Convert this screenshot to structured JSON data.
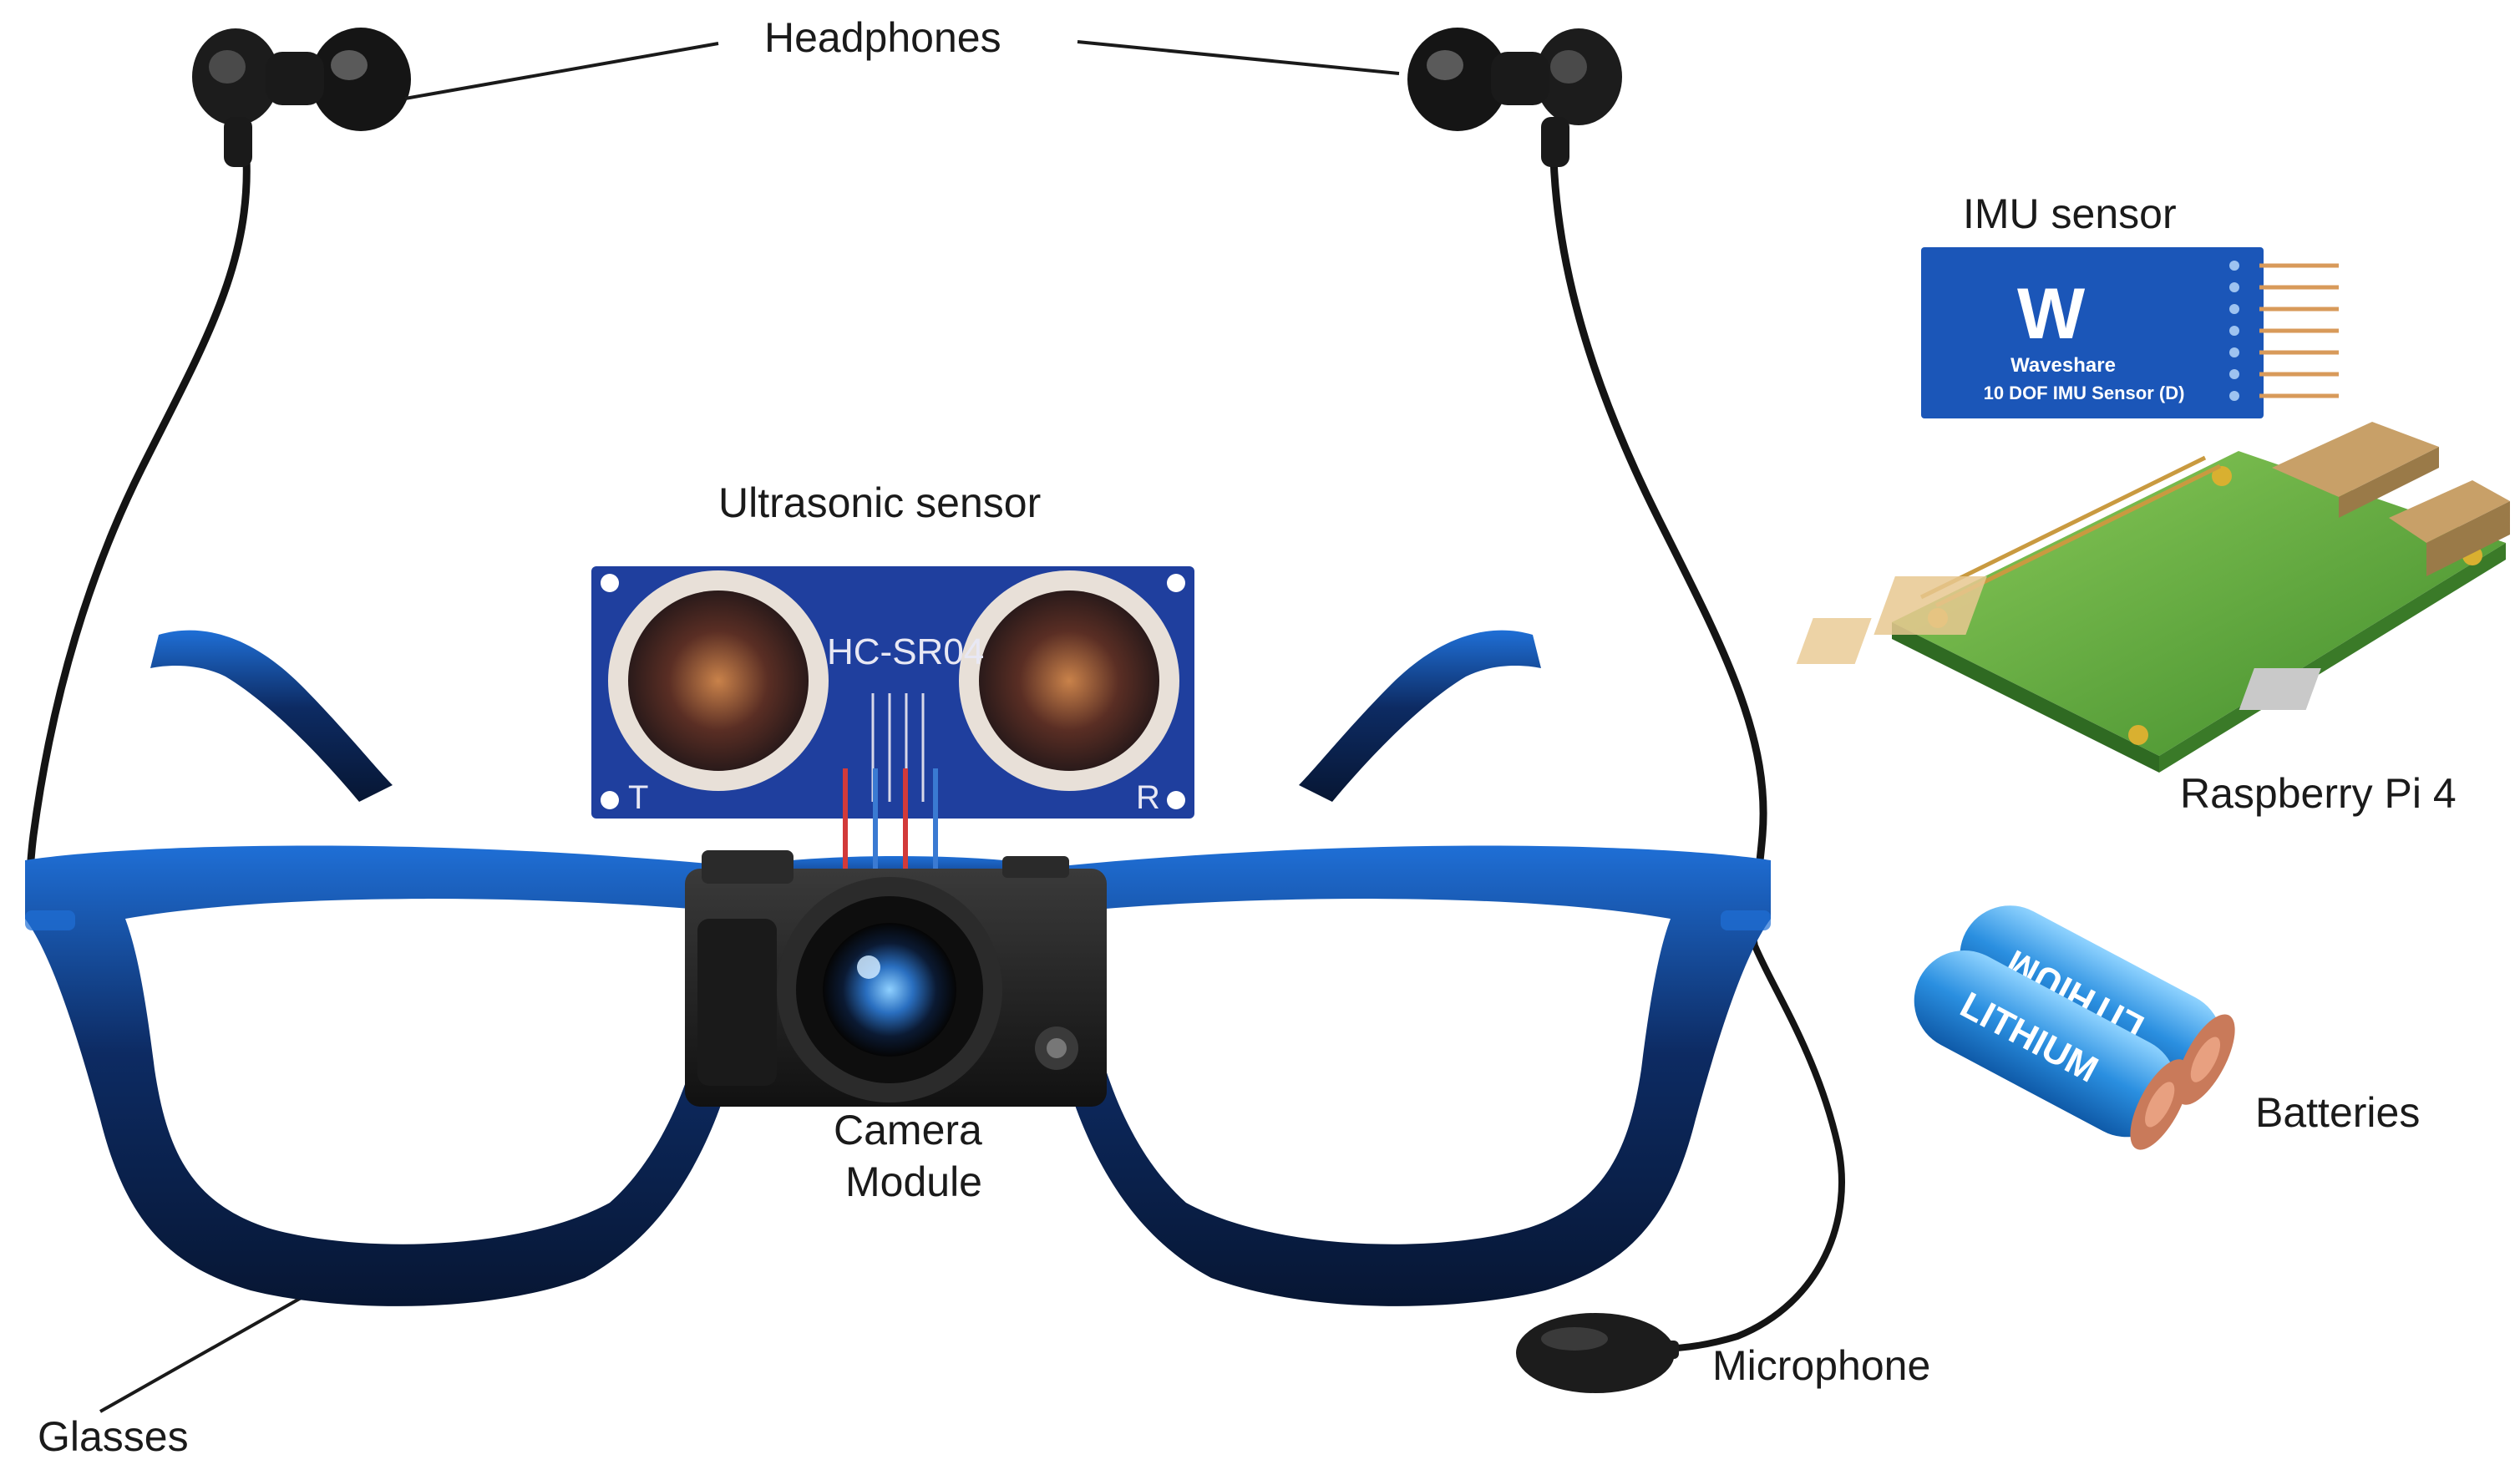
{
  "labels": {
    "headphones": "Headphones",
    "ultrasonic_sensor": "Ultrasonic sensor",
    "camera_module_line1": "Camera",
    "camera_module_line2": "Module",
    "glasses": "Glasses",
    "microphone": "Microphone",
    "imu_sensor": "IMU sensor",
    "raspberry_pi": "Raspberry Pi 4",
    "batteries": "Batteries"
  },
  "component_markings": {
    "ultrasonic_model": "HC-SR04",
    "ultrasonic_t": "T",
    "ultrasonic_r": "R",
    "imu_brand": "Waveshare",
    "imu_model": "10 DOF IMU Sensor (D)",
    "imu_logo": "W",
    "battery_text": "LITHIUM"
  },
  "colors": {
    "frame": "#0a1f4a",
    "frame_highlight": "#1f6fd6",
    "sensor_board": "#1f3f9e",
    "imu_board": "#1b56b8",
    "pcb": "#5aa93a",
    "battery": "#2a8fe0",
    "earbud": "#1c1c1c"
  }
}
